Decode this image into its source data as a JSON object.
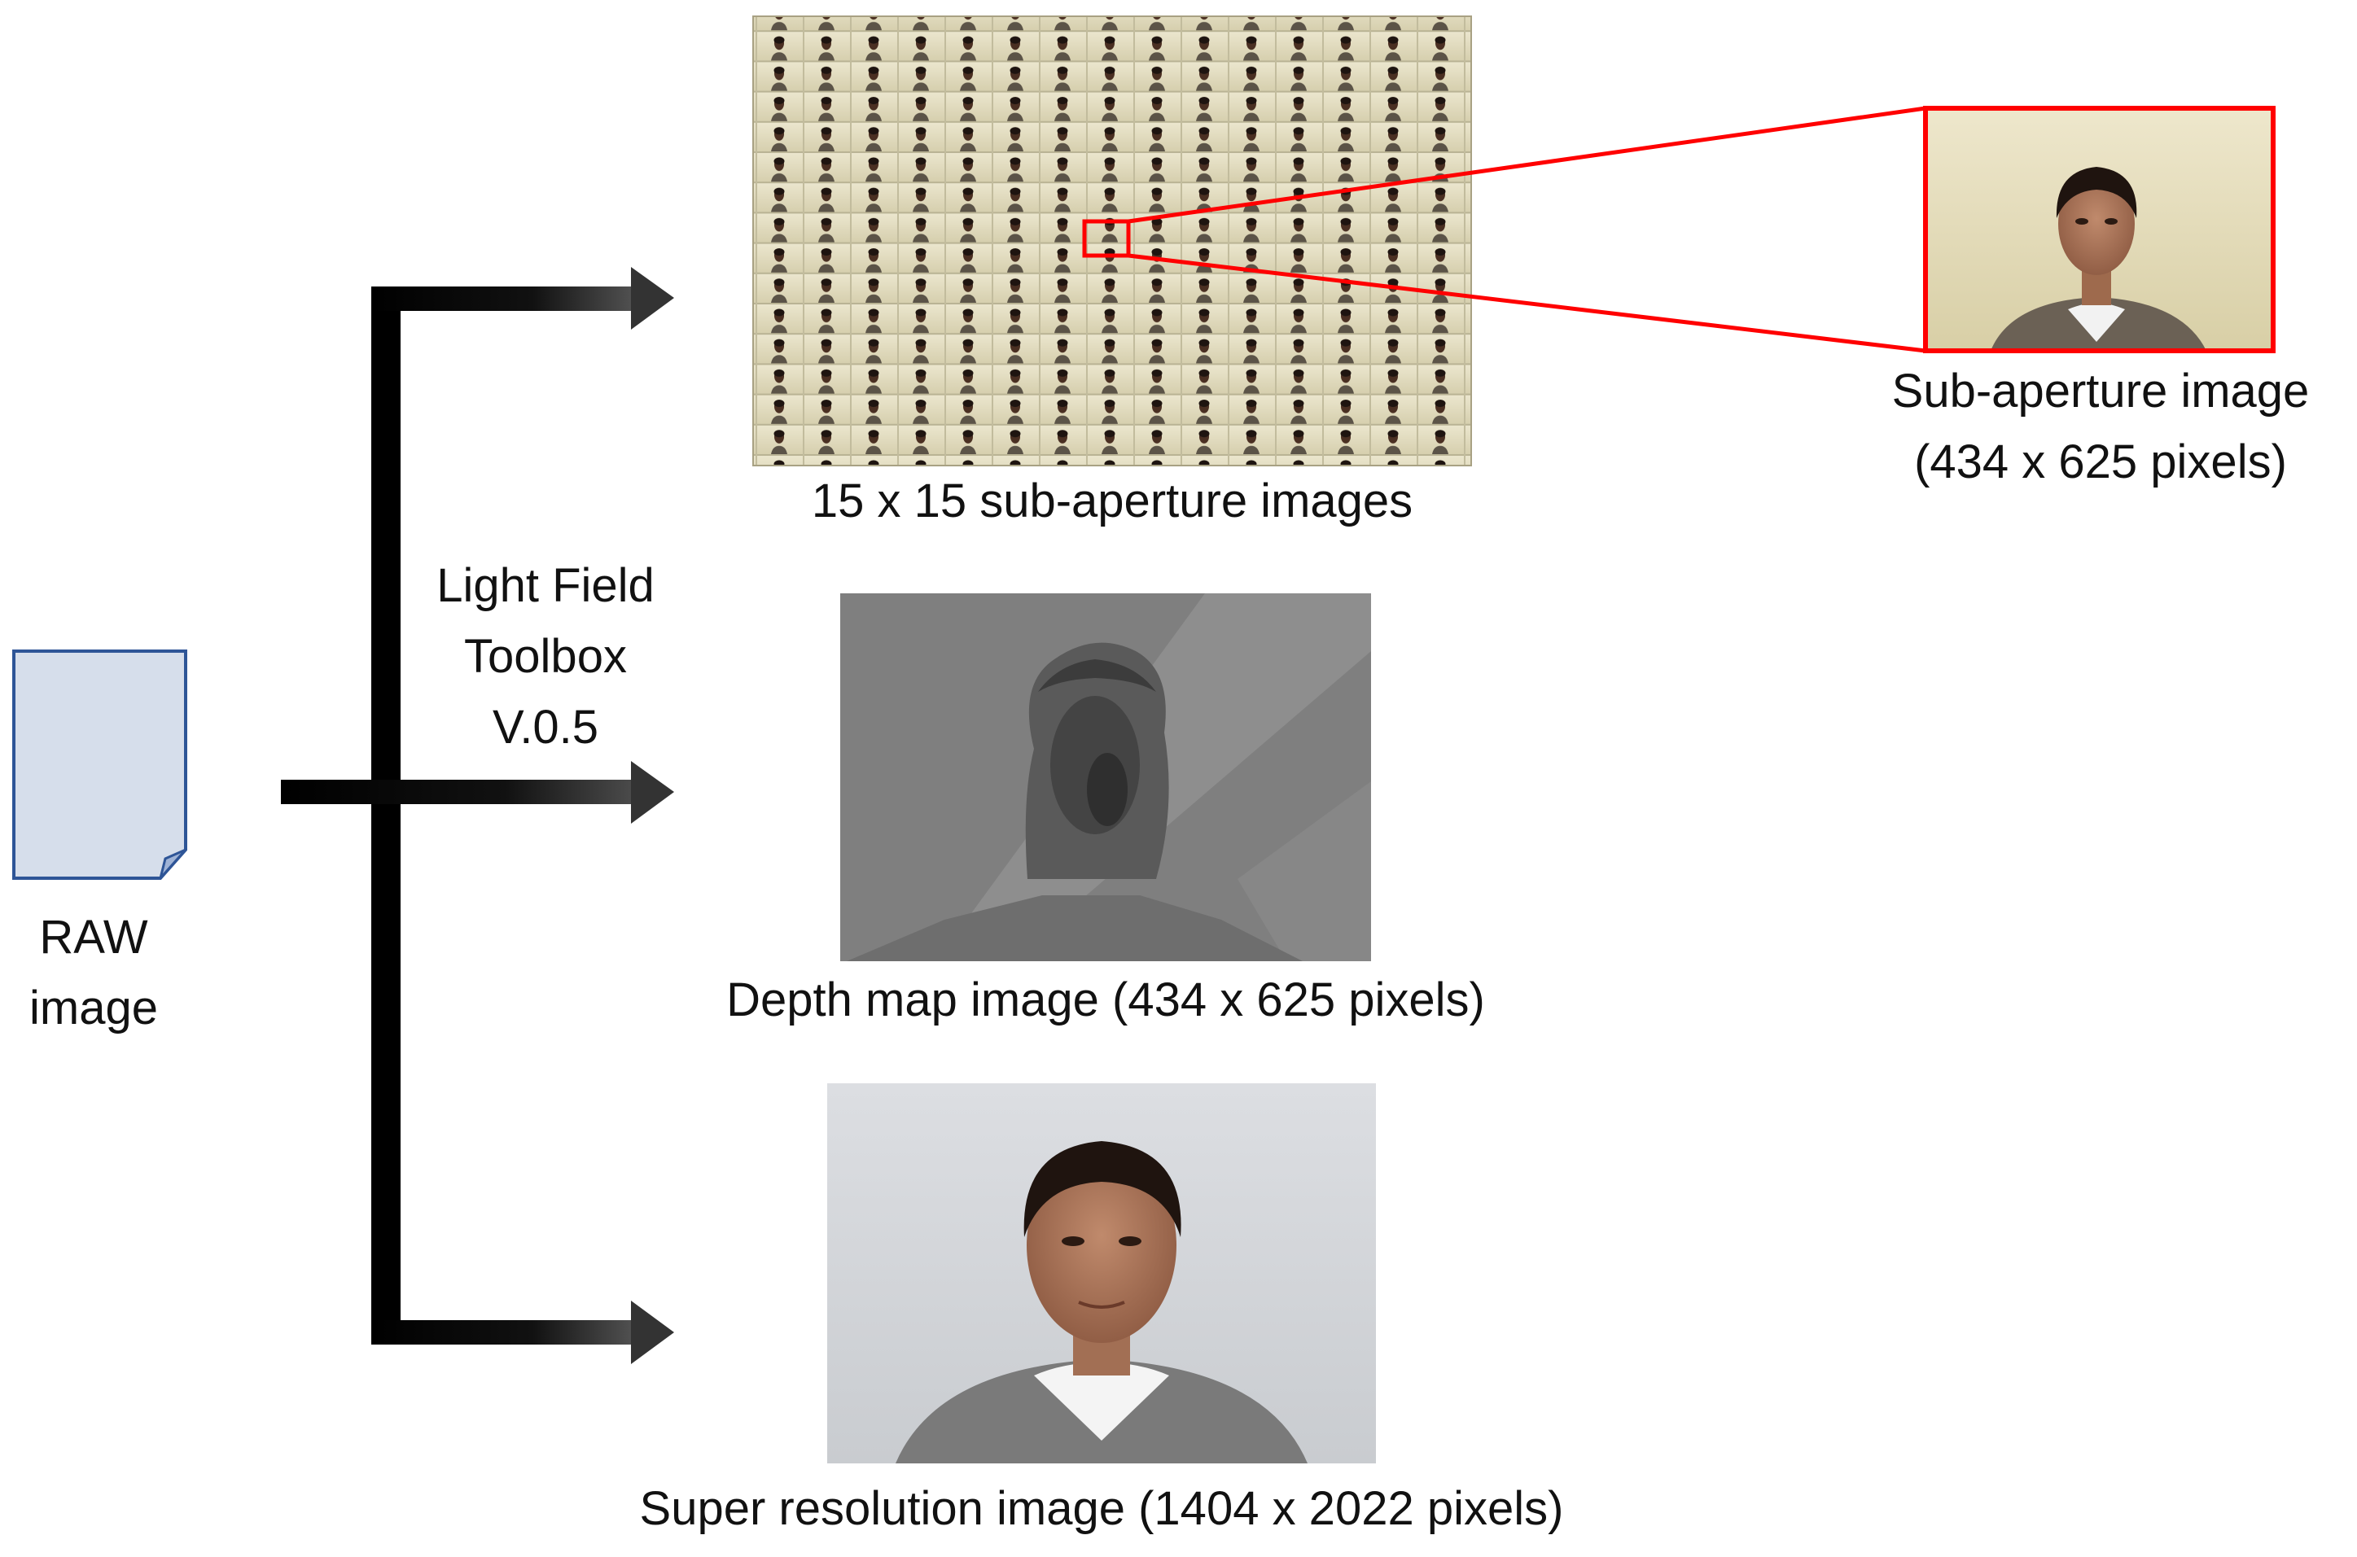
{
  "raw": {
    "line1": "RAW",
    "line2": "image"
  },
  "toolbox": {
    "line1": "Light Field",
    "line2": "Toolbox",
    "line3": "V.0.5"
  },
  "grid": {
    "caption": "15 x 15 sub-aperture images",
    "rows": 15,
    "cols": 15
  },
  "subaperture": {
    "line1": "Sub-aperture image",
    "line2": "(434 x 625 pixels)"
  },
  "depth": {
    "caption": "Depth map image (434 x 625 pixels)"
  },
  "superres": {
    "caption": "Super resolution image (1404 x 2022 pixels)"
  },
  "colors": {
    "document_fill": "#d6deeb",
    "document_stroke": "#2e5597",
    "highlight": "#ff0000",
    "arrow": "#000000"
  }
}
